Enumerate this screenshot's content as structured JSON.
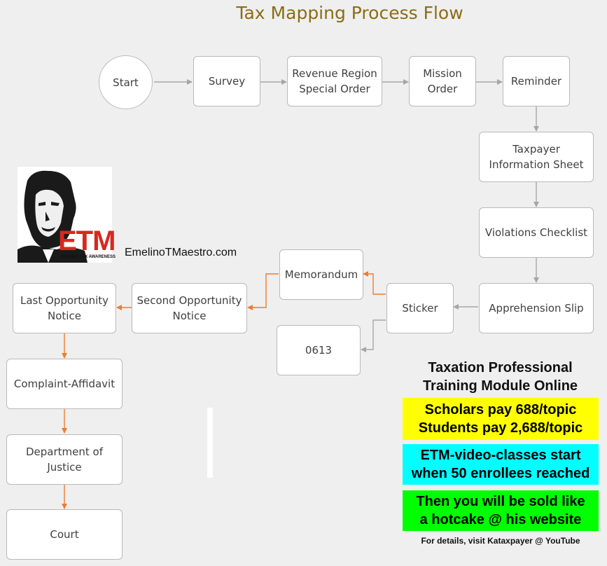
{
  "title": "Tax Mapping Process Flow",
  "nodes": {
    "start": "Start",
    "survey": "Survey",
    "revenue_region_1": "Revenue Region",
    "revenue_region_2": "Special Order",
    "mission_1": "Mission",
    "mission_2": "Order",
    "reminder": "Reminder",
    "taxpayer_info_1": "Taxpayer",
    "taxpayer_info_2": "Information Sheet",
    "violations": "Violations Checklist",
    "apprehension": "Apprehension Slip",
    "sticker": "Sticker",
    "memorandum": "Memorandum",
    "form_0613": "0613",
    "second_notice_1": "Second Opportunity",
    "second_notice_2": "Notice",
    "last_notice_1": "Last Opportunity",
    "last_notice_2": "Notice",
    "complaint": "Complaint-Affidavit",
    "doj_1": "Department of",
    "doj_2": "Justice",
    "court": "Court"
  },
  "logo": {
    "text": "ETM",
    "tagline": "RAISING TAX AWARENESS"
  },
  "website": "EmelinoTMaestro.com",
  "promo": {
    "heading_1": "Taxation Professional",
    "heading_2": "Training Module Online",
    "box1_line1": "Scholars pay 688/topic",
    "box1_line2": "Students pay 2,688/topic",
    "box2_line1": "ETM-video-classes start",
    "box2_line2": "when 50 enrollees reached",
    "box3_line1": "Then you will be sold like",
    "box3_line2": "a hotcake @ his website",
    "footer": "For details, visit Kataxpayer @ YouTube"
  },
  "colors": {
    "title": "#8a6d14",
    "gray_arrow": "#a6a6a6",
    "orange_arrow": "#ed7d31",
    "box1_bg": "#ffff00",
    "box2_bg": "#00ffff",
    "box3_bg": "#00ff00",
    "logo_red": "#d7281f"
  }
}
